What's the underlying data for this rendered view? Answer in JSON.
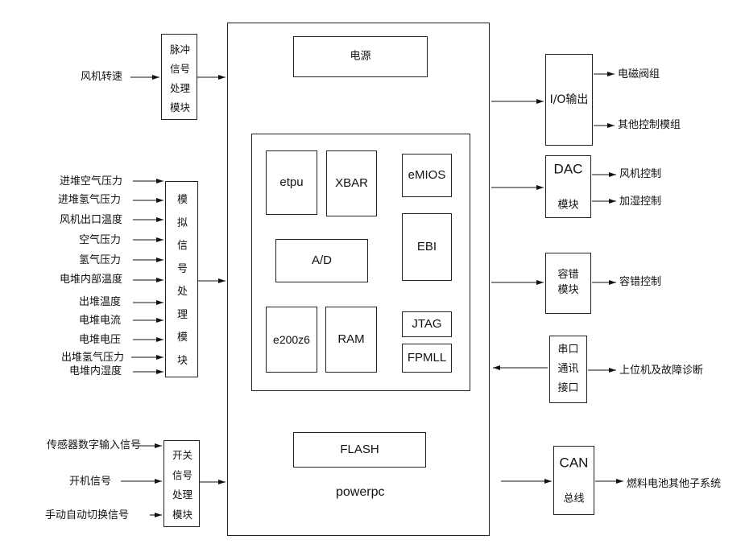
{
  "main_controller": {
    "power": "电源",
    "modules": {
      "etpu": "etpu",
      "xbar": "XBAR",
      "emios": "eMIOS",
      "ebi": "EBI",
      "ad": "A/D",
      "core": "e200z6",
      "ram": "RAM",
      "jtag": "JTAG",
      "fpmll": "FPMLL"
    },
    "flash": "FLASH",
    "cpu_label": "powerpc"
  },
  "pulse_block": {
    "label": "脉冲信号处理模块",
    "input": "风机转速"
  },
  "analog_block": {
    "label": "模拟信号处理模块",
    "inputs": [
      "进堆空气压力",
      "进堆氢气压力",
      "风机出口温度",
      "空气压力",
      "氢气压力",
      "电堆内部温度",
      "出堆温度",
      "电堆电流",
      "电堆电压",
      "出堆氢气压力",
      "电堆内湿度"
    ]
  },
  "switch_block": {
    "label": "开关信号处理模块",
    "inputs": [
      "传感器数字输入信号",
      "开机信号",
      "手动自动切换信号"
    ]
  },
  "io_block": {
    "label": "I/O输出",
    "outputs": [
      "电磁阀组",
      "其他控制模组"
    ]
  },
  "dac_block": {
    "label_line1": "DAC",
    "label_line2": "模块",
    "outputs": [
      "风机控制",
      "加湿控制"
    ]
  },
  "fault_block": {
    "label": "容错\n模块",
    "output": "容错控制"
  },
  "serial_block": {
    "label": "串口\n通讯\n接口",
    "output": "上位机及故障诊断"
  },
  "can_block": {
    "label_line1": "CAN",
    "label_line2": "总线",
    "output": "燃料电池其他子系统"
  }
}
